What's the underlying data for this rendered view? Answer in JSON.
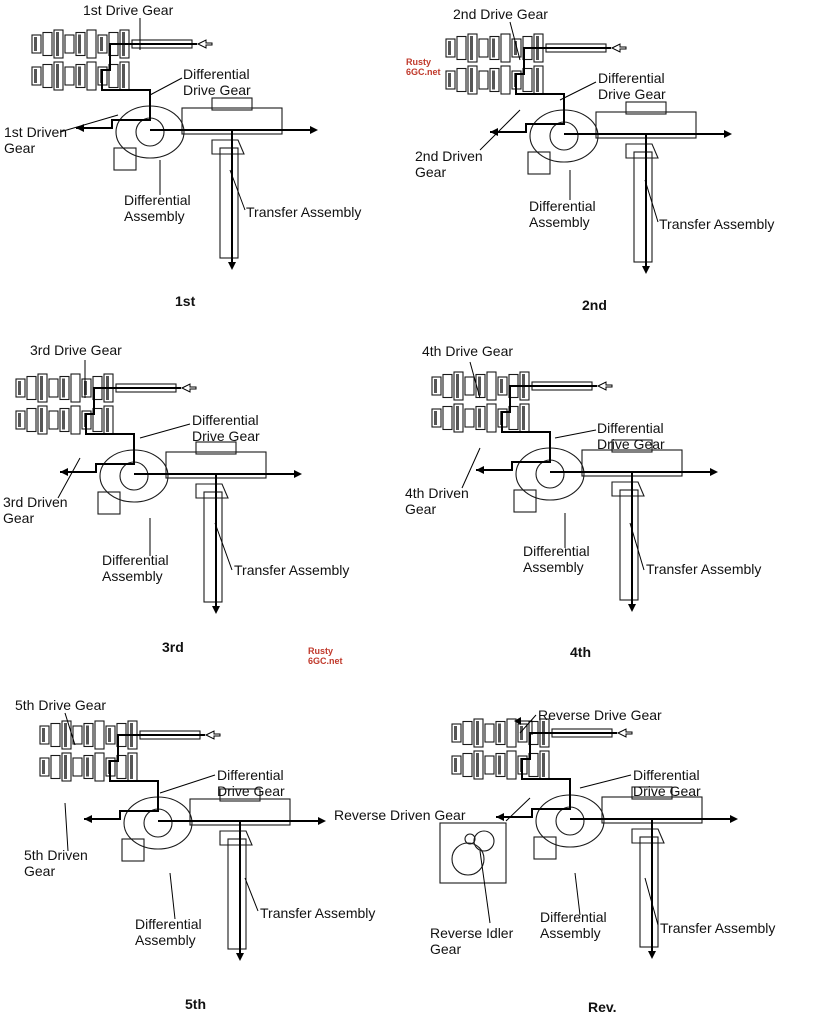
{
  "panels": [
    {
      "caption": "1st",
      "drive_gear": "1st Drive Gear",
      "differential_drive_gear": "Differential\nDrive Gear",
      "driven_gear": "1st Driven\nGear",
      "differential_assembly": "Differential\nAssembly",
      "transfer_assembly": "Transfer Assembly"
    },
    {
      "caption": "2nd",
      "drive_gear": "2nd Drive Gear",
      "differential_drive_gear": "Differential\nDrive Gear",
      "driven_gear": "2nd Driven\nGear",
      "differential_assembly": "Differential\nAssembly",
      "transfer_assembly": "Transfer Assembly"
    },
    {
      "caption": "3rd",
      "drive_gear": "3rd Drive Gear",
      "differential_drive_gear": "Differential\nDrive Gear",
      "driven_gear": "3rd Driven\nGear",
      "differential_assembly": "Differential\nAssembly",
      "transfer_assembly": "Transfer Assembly"
    },
    {
      "caption": "4th",
      "drive_gear": "4th Drive Gear",
      "differential_drive_gear": "Differential\nDrive Gear",
      "driven_gear": "4th Driven\nGear",
      "differential_assembly": "Differential\nAssembly",
      "transfer_assembly": "Transfer Assembly"
    },
    {
      "caption": "5th",
      "drive_gear": "5th Drive Gear",
      "differential_drive_gear": "Differential\nDrive Gear",
      "driven_gear": "5th Driven\nGear",
      "differential_assembly": "Differential\nAssembly",
      "transfer_assembly": "Transfer Assembly"
    },
    {
      "caption": "Rev.",
      "drive_gear": "Reverse Drive Gear",
      "differential_drive_gear": "Differential\nDrive Gear",
      "driven_gear": "Reverse Driven Gear",
      "idler_gear": "Reverse Idler\nGear",
      "differential_assembly": "Differential\nAssembly",
      "transfer_assembly": "Transfer Assembly"
    }
  ],
  "watermarks": [
    "Rusty\n6GC.net",
    "Rusty\n6GC.net"
  ],
  "colors": {
    "watermark": "#c0392b",
    "line": "#000000",
    "background": "#ffffff"
  }
}
